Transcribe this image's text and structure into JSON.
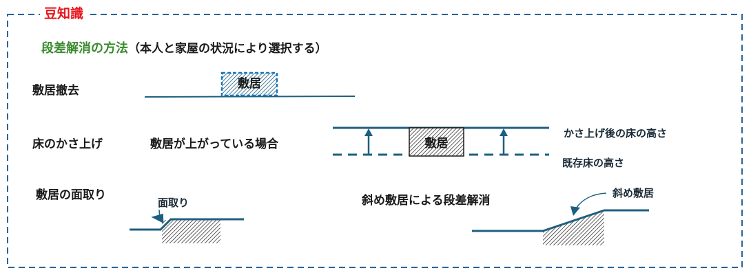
{
  "header": {
    "badge": "豆知識",
    "title": "段差解消の方法",
    "subtitle": "（本人と家屋の状況により選択する）"
  },
  "methods": [
    {
      "label": "敷居撤去",
      "box_label": "敷居"
    },
    {
      "label": "床のかさ上げ",
      "condition": "敷居が上がっている場合",
      "box_label": "敷居",
      "upper_line_label": "かさ上げ後の床の高さ",
      "lower_line_label": "既存床の高さ"
    },
    {
      "label": "敷居の面取り",
      "callout": "面取り"
    },
    {
      "label": "斜め敷居による段差解消",
      "callout": "斜め敷居"
    }
  ],
  "colors": {
    "frame": "#2a6496",
    "line": "#1d5f80",
    "badge": "#e8141b",
    "heading": "#3a8a2e"
  }
}
